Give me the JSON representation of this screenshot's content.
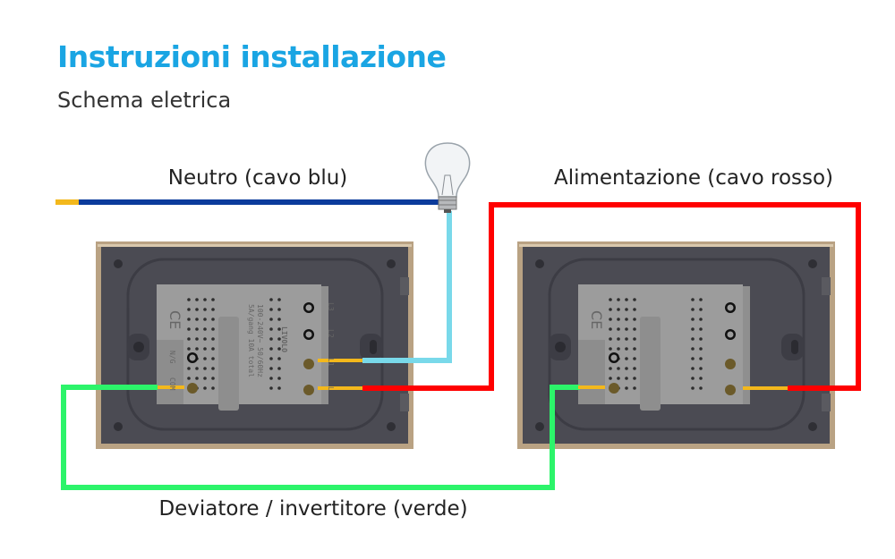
{
  "header": {
    "title": "Instruzioni installazione",
    "subtitle": "Schema eletrica"
  },
  "labels": {
    "neutral": "Neutro (cavo blu)",
    "supply": "Alimentazione (cavo rosso)",
    "traveler": "Deviatore / invertitore (verde)"
  },
  "module": {
    "brand": "LIVOLO",
    "rating_line1": "100-240V~   50/60Hz",
    "rating_line2": "5A/gang  10A total",
    "terminals": [
      "L3",
      "L2",
      "L1",
      "L"
    ],
    "left_terminals": [
      "N/G",
      "COM"
    ],
    "ce_mark": "CE"
  },
  "colors": {
    "title": "#1aa5e3",
    "neutral_wire": "#0b3b9c",
    "load_wire": "#79d9ea",
    "supply_wire": "#ff0000",
    "traveler_wire": "#2cf46a",
    "frame": "#b9a283",
    "plate": "#4a4a52",
    "module": "#9c9c9c"
  }
}
